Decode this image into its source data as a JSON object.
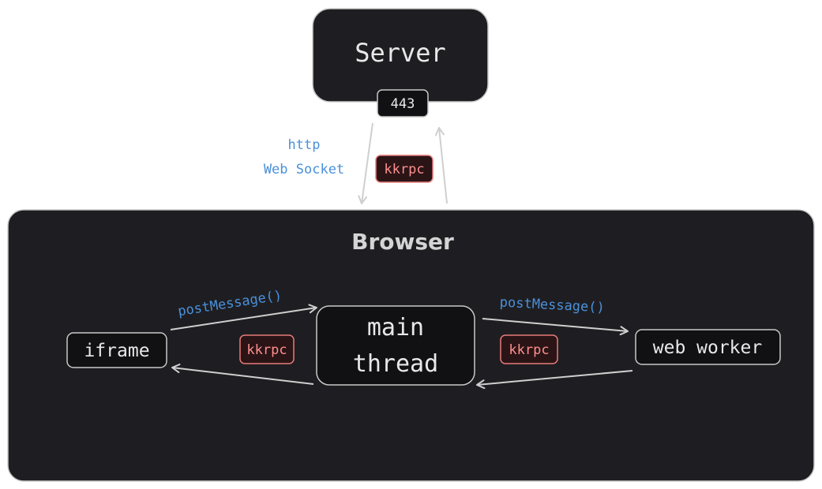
{
  "colors": {
    "box_fill": "#1e1e22",
    "box_stroke": "#c8c8c8",
    "text": "#e8e8e8",
    "browser_title": "#d4d4d4",
    "arrow": "#cfcfcf",
    "edge_label": "#4a90d9",
    "kkrpc_fill": "#2a1416",
    "kkrpc_stroke": "#e87a7a",
    "kkrpc_text": "#ff8f8f"
  },
  "server": {
    "title": "Server",
    "port": "443"
  },
  "server_link": {
    "label_http": "http",
    "label_ws": "Web Socket",
    "badge": "kkrpc"
  },
  "browser": {
    "title": "Browser",
    "iframe": "iframe",
    "main_line1": "main",
    "main_line2": "thread",
    "worker": "web worker",
    "left_link_label": "postMessage()",
    "right_link_label": "postMessage()",
    "left_badge": "kkrpc",
    "right_badge": "kkrpc"
  }
}
